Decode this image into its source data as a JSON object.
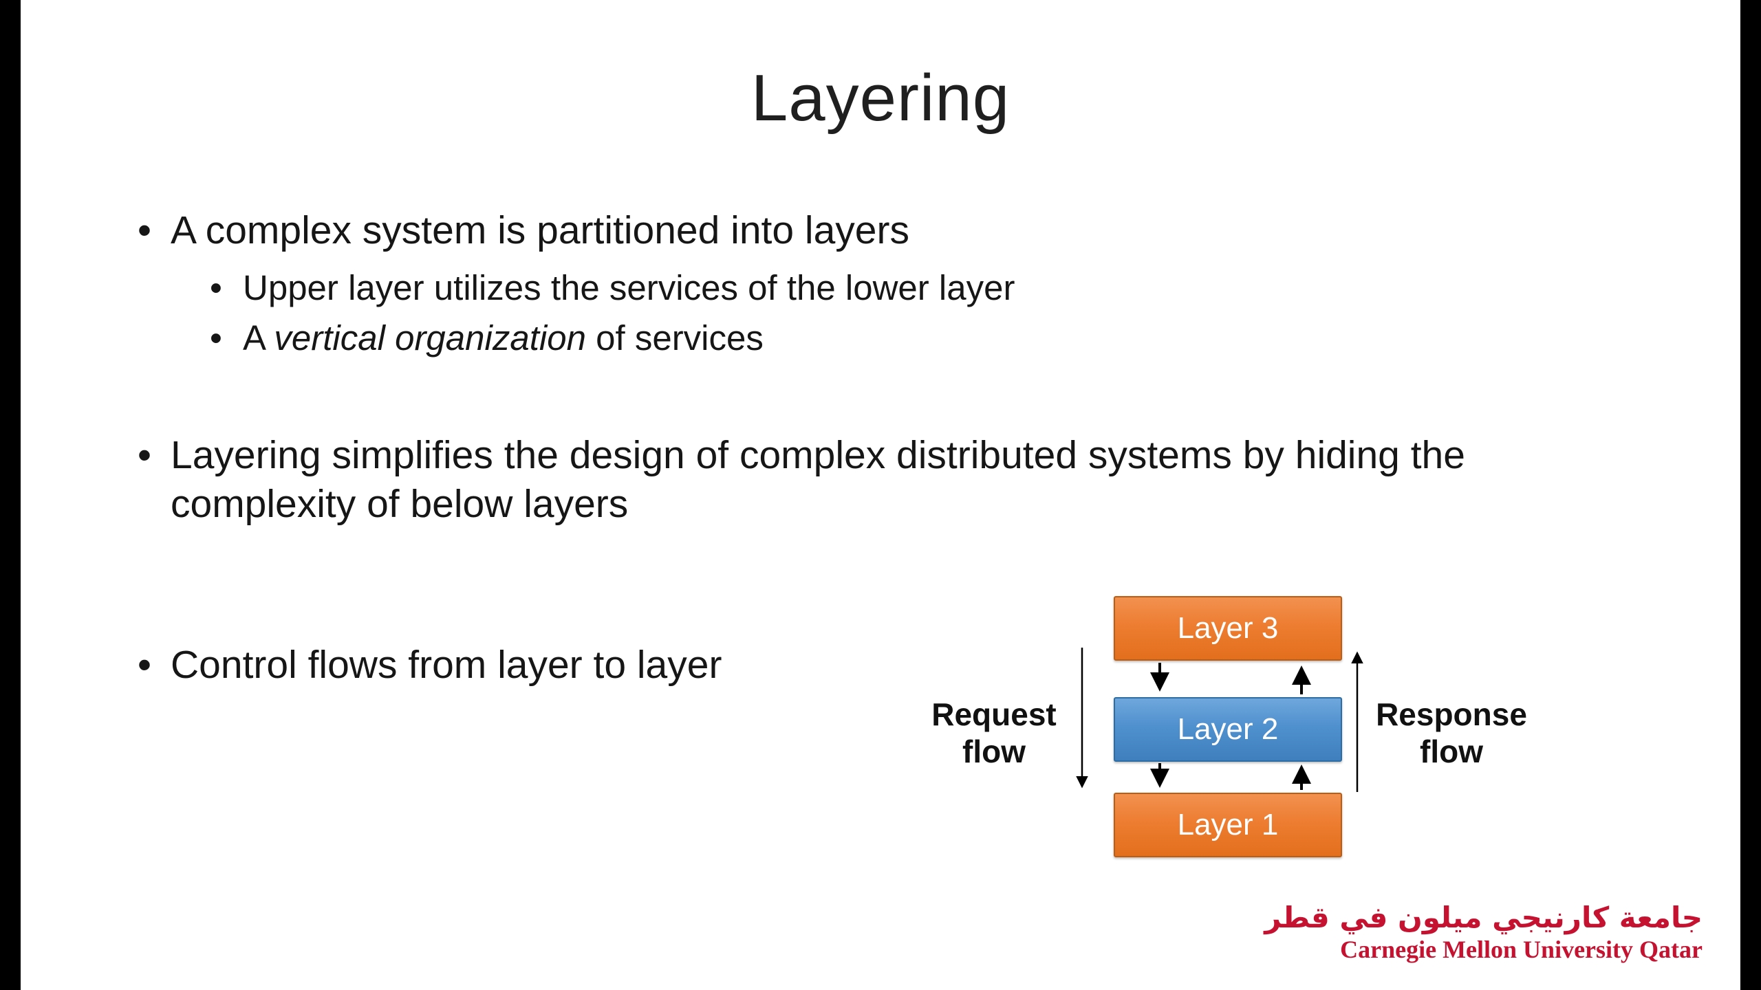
{
  "slide": {
    "title": "Layering",
    "bullet_char": "•",
    "bullets": {
      "b1": "A complex system is partitioned into layers",
      "b1_sub1": "Upper layer utilizes the services of the lower layer",
      "b1_sub2_prefix": "A ",
      "b1_sub2_italic": "vertical organization",
      "b1_sub2_suffix": " of services",
      "b2": "Layering simplifies the design of complex distributed systems by hiding the complexity of below layers",
      "b3": "Control flows from layer to layer"
    },
    "diagram": {
      "layer3_label": "Layer 3",
      "layer2_label": "Layer 2",
      "layer1_label": "Layer 1",
      "request_label": "Request flow",
      "response_label": "Response flow",
      "colors": {
        "layer_orange": "#ED7D31",
        "layer_blue": "#4F90CE",
        "arrow": "#000000"
      }
    },
    "logo": {
      "arabic": "جامعة كارنيجي ميلون في قطر",
      "english": "Carnegie Mellon University Qatar",
      "brand_color": "#C41230"
    }
  }
}
